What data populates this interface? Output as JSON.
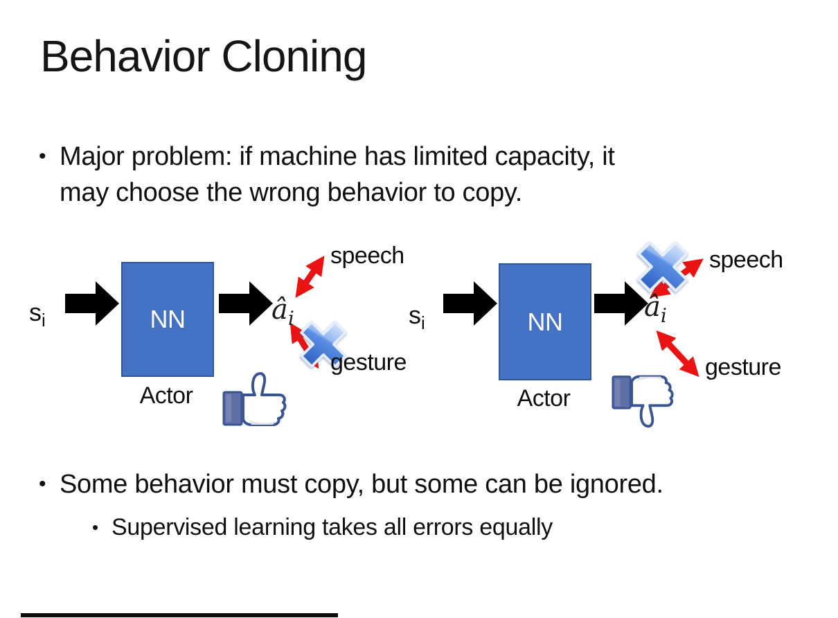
{
  "slide": {
    "title": "Behavior Cloning",
    "bullet_char": "•",
    "bullet1": "Major problem: if machine has limited capacity, it\nmay choose the wrong behavior to copy.",
    "bullet2": "Some behavior must copy, but some can be ignored.",
    "sub_bullet": "Supervised learning takes all errors equally"
  },
  "diagram_left": {
    "input_label": "s",
    "input_subscript": "i",
    "box_label": "NN",
    "box_caption": "Actor",
    "output_label": "â",
    "output_subscript": "i",
    "speech_label": "speech",
    "gesture_label": "gesture",
    "crossed_out_branch": "gesture",
    "feedback_icon": "thumbs-up-icon"
  },
  "diagram_right": {
    "input_label": "s",
    "input_subscript": "i",
    "box_label": "NN",
    "box_caption": "Actor",
    "output_label": "â",
    "output_subscript": "i",
    "speech_label": "speech",
    "gesture_label": "gesture",
    "crossed_out_branch": "speech",
    "feedback_icon": "thumbs-down-icon"
  },
  "colors": {
    "nn_box_fill": "#4472C4",
    "nn_box_border": "#2F5597",
    "black_arrow": "#000000",
    "red_arrow": "#EA1212",
    "cross_blue": "#4B86E0",
    "hand_outline": "#3A5492",
    "cuff_fill": "#5E6FA6"
  }
}
